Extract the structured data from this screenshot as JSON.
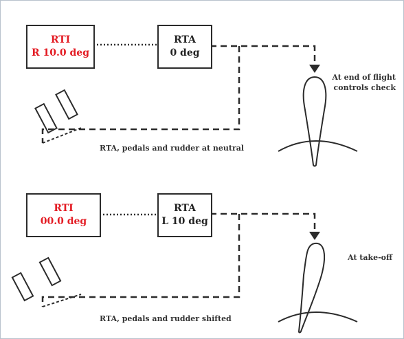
{
  "panel_top": {
    "rti_title": "RTI",
    "rti_value": "R 10.0 deg",
    "rta_title": "RTA",
    "rta_value": "0 deg",
    "caption": "RTA, pedals and rudder at neutral",
    "side_label_line1": "At end of flight",
    "side_label_line2": "controls check"
  },
  "panel_bottom": {
    "rti_title": "RTI",
    "rti_value": "00.0 deg",
    "rta_title": "RTA",
    "rta_value": "L 10 deg",
    "caption": "RTA, pedals and rudder shifted",
    "side_label": "At take-off"
  },
  "colors": {
    "rti_text": "#e31b23",
    "box_border": "#2b2b2b",
    "frame": "#b8c2cc"
  }
}
